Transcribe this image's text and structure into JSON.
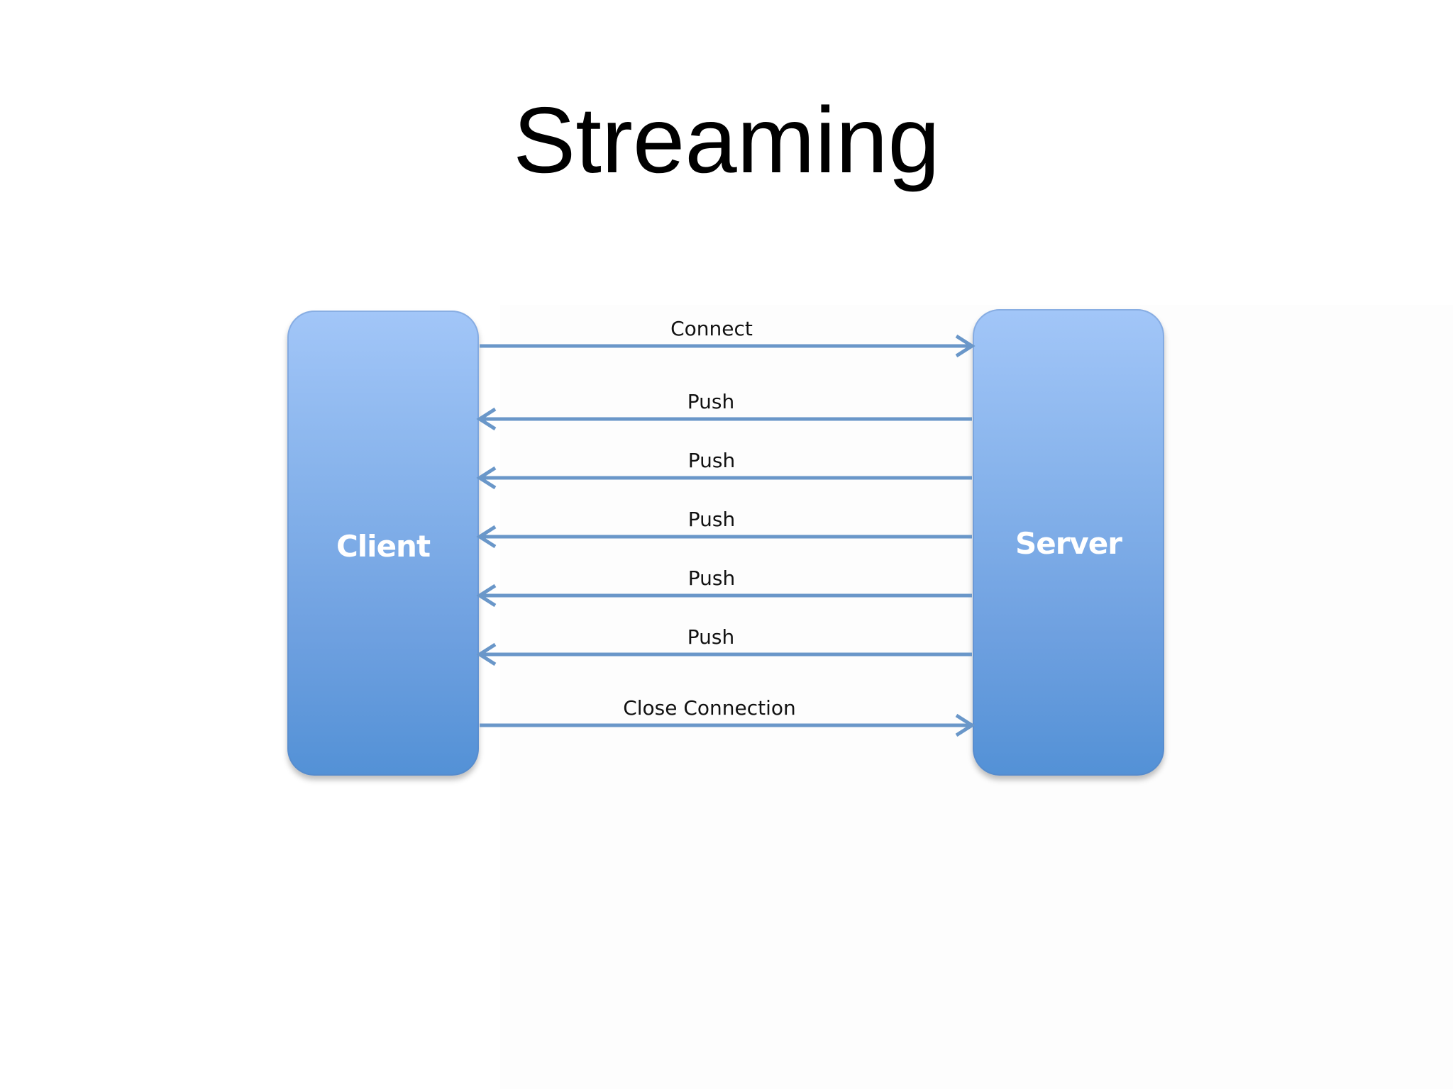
{
  "title": "Streaming",
  "nodes": {
    "client": "Client",
    "server": "Server"
  },
  "messages": [
    {
      "label": "Connect",
      "direction": "client-to-server"
    },
    {
      "label": "Push",
      "direction": "server-to-client"
    },
    {
      "label": "Push",
      "direction": "server-to-client"
    },
    {
      "label": "Push",
      "direction": "server-to-client"
    },
    {
      "label": "Push",
      "direction": "server-to-client"
    },
    {
      "label": "Push",
      "direction": "server-to-client"
    },
    {
      "label": "Close Connection",
      "direction": "client-to-server"
    }
  ],
  "colors": {
    "arrow": "#6a97c9",
    "node_top": "#a2c6f8",
    "node_bottom": "#5391d6"
  }
}
